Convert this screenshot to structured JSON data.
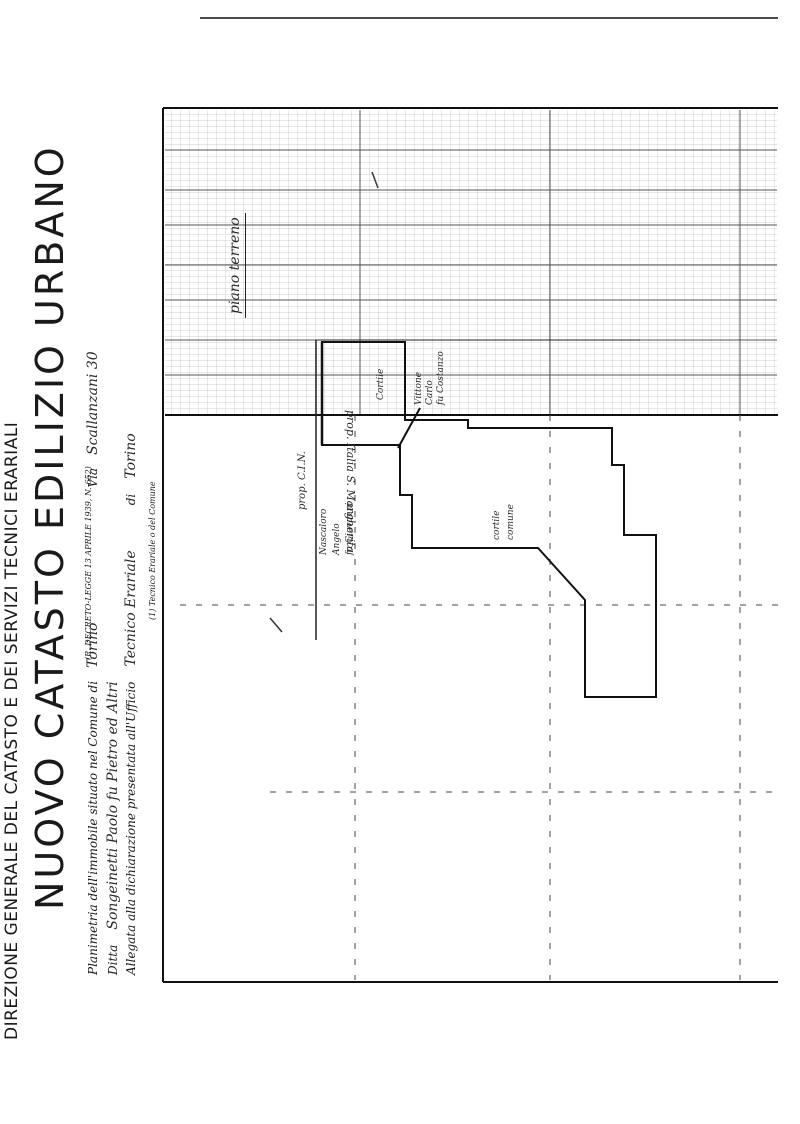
{
  "header": {
    "directorate": "DIREZIONE GENERALE DEL CATASTO E DEI SERVIZI TECNICI ERARIALI",
    "title": "NUOVO CATASTO EDILIZIO URBANO",
    "decree": "(R. DECRETO-LEGGE 13 APRILE 1939, N. 652)"
  },
  "form": {
    "planimetria_label": "Planimetria dell'immobile situato nel Comune di",
    "comune": "Torino",
    "via_label": "Via",
    "via": "Scallanzani 30",
    "ditta_label": "Ditta",
    "ditta": "Songeinetti Paolo fu Pietro ed Altri",
    "allegata_label": "Allegata alla dichiarazione presentata all'Ufficio",
    "ufficio": "Tecnico Erariale",
    "di_label": "di",
    "citta": "Torino",
    "footnote": "(1) Tecnico Erariale o del Comune"
  },
  "plan": {
    "floor": "piano terreno",
    "labels": {
      "top_neighbor": "prop. Italia S. Margherita",
      "left_neighbor": "prop. C.I.N.",
      "owner1_line1": "Nascaloro",
      "owner1_line2": "Angelo",
      "owner1_line3": "fu Giovanni",
      "room": "Cortile",
      "owner2_line1": "Vittone",
      "owner2_line2": "Carlo",
      "owner2_line3": "fu Costanzo",
      "court_line1": "cortile",
      "court_line2": "comune"
    }
  }
}
